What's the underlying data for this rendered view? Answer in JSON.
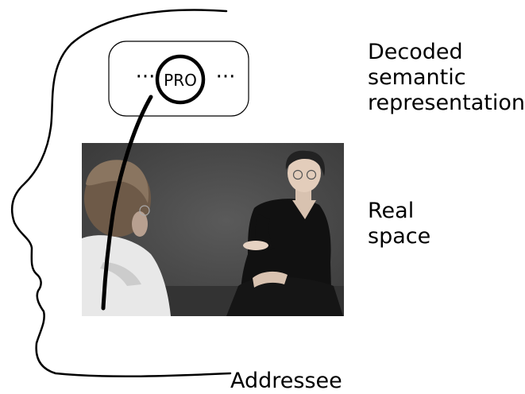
{
  "bubble": {
    "pro_label": "PRO",
    "ellipsis_left": "···",
    "ellipsis_right": "···"
  },
  "labels": {
    "decoded": [
      "Decoded",
      "semantic",
      "representation"
    ],
    "real_space": [
      "Real",
      "space"
    ],
    "addressee": "Addressee"
  },
  "colors": {
    "line": "#000000",
    "photo_bg": "#4e4e4e"
  }
}
